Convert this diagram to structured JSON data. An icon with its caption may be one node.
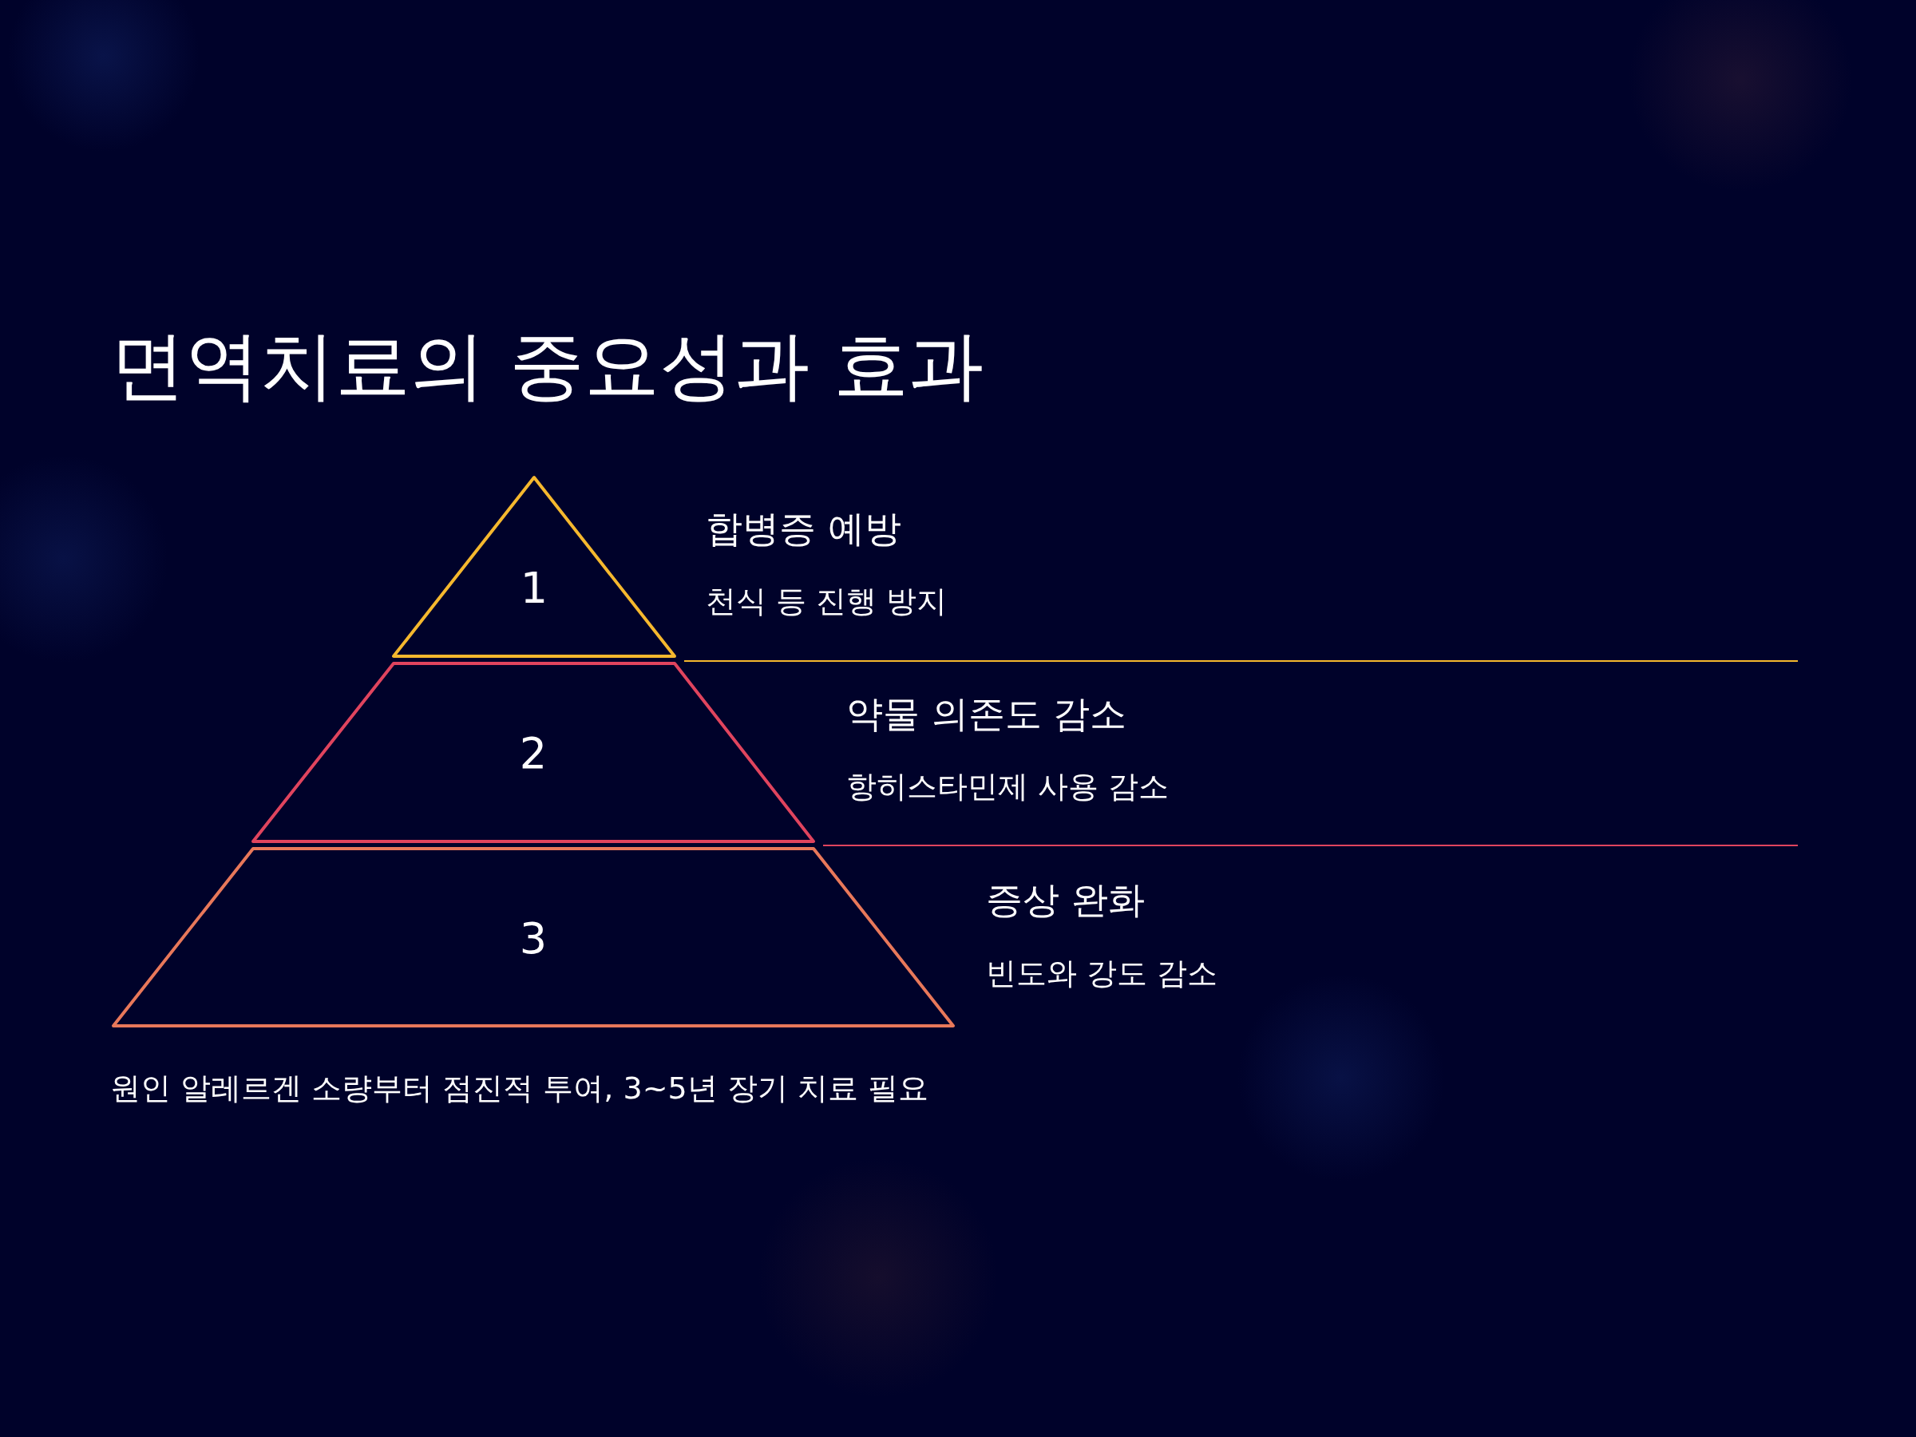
{
  "diagram": {
    "title": "면역치료의 중요성과 효과",
    "nodes": [
      {
        "text": [
          "1"
        ],
        "beside": [
          "합병증 예방",
          "천식 등 진행 방지"
        ]
      },
      {
        "text": [
          "2"
        ],
        "beside": [
          "약물 의존도 감소",
          "항히스타민제 사용 감소"
        ]
      },
      {
        "text": [
          "3"
        ],
        "beside": [
          "증상 완화",
          "빈도와 강도 감소"
        ]
      }
    ],
    "labels": [
      "원인 알레르겐 소량부터 점진적 투여, 3~5년 장기 치료 필요"
    ]
  }
}
